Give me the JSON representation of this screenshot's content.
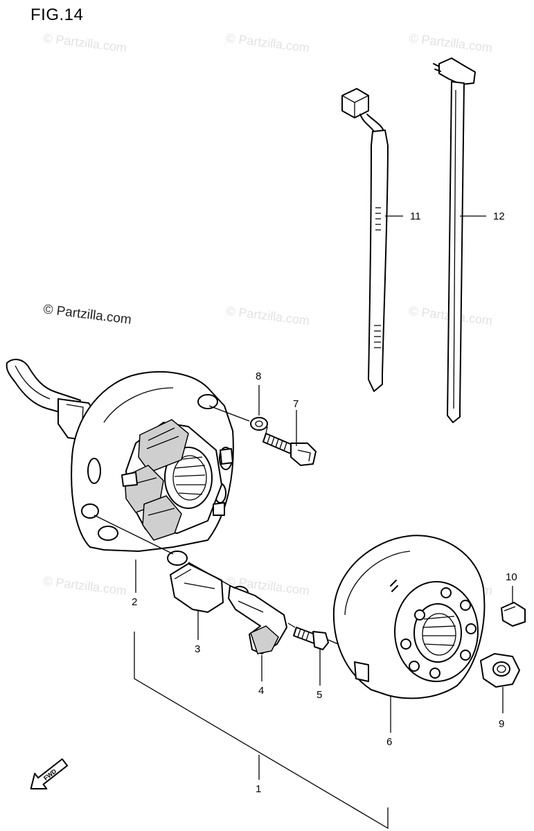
{
  "figure": {
    "title": "FIG.14"
  },
  "watermarks": {
    "text": "© Partzilla.com",
    "dark_text": "© Partzilla.com"
  },
  "front_marker": {
    "label": "FWD",
    "icon": "front-arrow-icon"
  },
  "callouts": [
    {
      "id": "1",
      "label": "1"
    },
    {
      "id": "2",
      "label": "2"
    },
    {
      "id": "3",
      "label": "3"
    },
    {
      "id": "4",
      "label": "4"
    },
    {
      "id": "5",
      "label": "5"
    },
    {
      "id": "6",
      "label": "6"
    },
    {
      "id": "7",
      "label": "7"
    },
    {
      "id": "8",
      "label": "8"
    },
    {
      "id": "9",
      "label": "9"
    },
    {
      "id": "10",
      "label": "10"
    },
    {
      "id": "11",
      "label": "11"
    },
    {
      "id": "12",
      "label": "12"
    }
  ],
  "colors": {
    "line": "#000000",
    "watermark": "#e2e2e2",
    "background": "#ffffff"
  }
}
